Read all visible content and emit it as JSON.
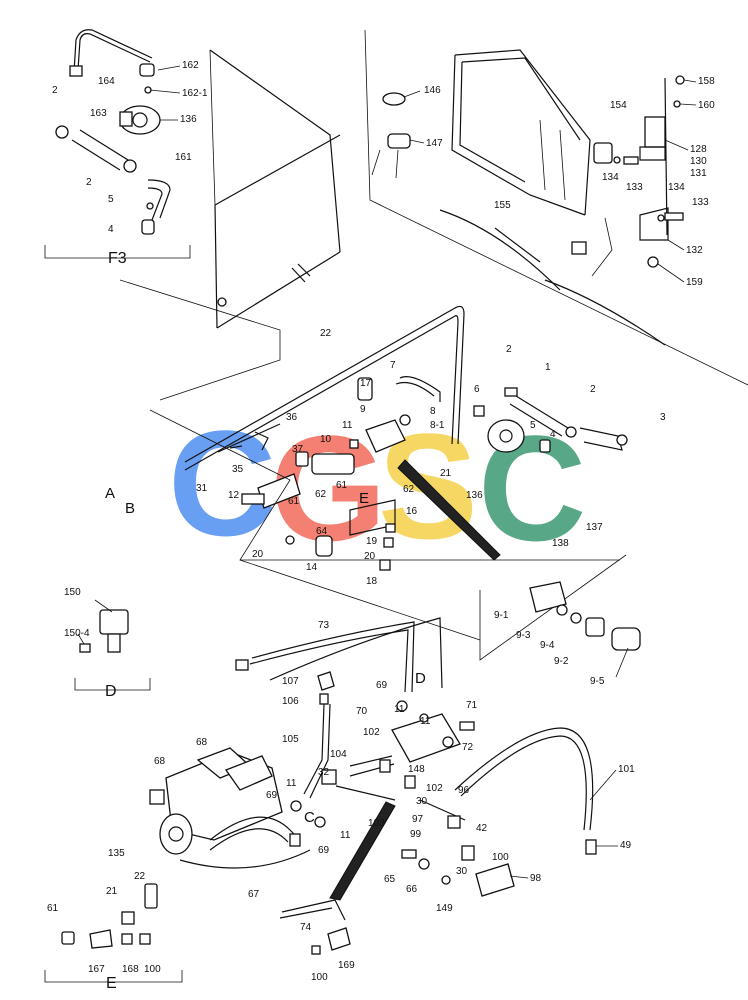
{
  "watermark": {
    "letters": [
      "C",
      "G",
      "S",
      "C"
    ],
    "colors": [
      "#4f8ff0",
      "#f26a5a",
      "#f5d14a",
      "#3c9a73"
    ]
  },
  "section_labels": [
    "F3",
    "D",
    "E"
  ],
  "line_letters": [
    "A",
    "B",
    "C",
    "D",
    "E"
  ],
  "part_numbers": {
    "n162": "162",
    "n162_1": "162-1",
    "n164": "164",
    "n2a": "2",
    "n163": "163",
    "n136a": "136",
    "n2b": "2",
    "n161": "161",
    "n5a": "5",
    "n4a": "4",
    "n146": "146",
    "n147": "147",
    "n154": "154",
    "n134a": "134",
    "n133a": "133",
    "n155": "155",
    "n158": "158",
    "n160": "160",
    "n128": "128",
    "n130": "130",
    "n131": "131",
    "n134b": "134",
    "n133b": "133",
    "n132": "132",
    "n159": "159",
    "n22": "22",
    "n7": "7",
    "n17": "17",
    "n9": "9",
    "n11a": "11",
    "n10": "10",
    "n8": "8",
    "n8_1": "8-1",
    "n6": "6",
    "n2c": "2",
    "n1": "1",
    "n2d": "2",
    "n3": "3",
    "n5b": "5",
    "n4b": "4",
    "n36": "36",
    "n37": "37",
    "n35": "35",
    "n31": "31",
    "n12": "12",
    "n61a": "61",
    "n62a": "62",
    "n61b": "61",
    "n62b": "62",
    "n21a": "21",
    "n136b": "136",
    "n16": "16",
    "n64": "64",
    "n19": "19",
    "n20a": "20",
    "n20b": "20",
    "n14": "14",
    "n18": "18",
    "n138": "138",
    "n137": "137",
    "n9_1": "9-1",
    "n9_3": "9-3",
    "n9_4": "9-4",
    "n9_2": "9-2",
    "n9_5": "9-5",
    "n150": "150",
    "n150_4": "150-4",
    "n73": "73",
    "n107": "107",
    "n106": "106",
    "n69a": "69",
    "n11b": "11",
    "n70": "70",
    "n71": "71",
    "n11c": "11",
    "n102a": "102",
    "n72": "72",
    "n105": "105",
    "n68a": "68",
    "n68b": "68",
    "n104": "104",
    "n148": "148",
    "n32": "32",
    "n102b": "102",
    "n11d": "11",
    "n30a": "30",
    "n101": "101",
    "n96": "96",
    "n69b": "69",
    "n11e": "11",
    "n103": "103",
    "n97": "97",
    "n42": "42",
    "n99": "99",
    "n135": "135",
    "n69c": "69",
    "n100a": "100",
    "n49": "49",
    "n65": "65",
    "n66": "66",
    "n30b": "30",
    "n98": "98",
    "n67": "67",
    "n149": "149",
    "n21b": "21",
    "n22b": "22",
    "n61c": "61",
    "n74": "74",
    "n167": "167",
    "n168": "168",
    "n100b": "100",
    "n169": "169",
    "n100c": "100"
  }
}
